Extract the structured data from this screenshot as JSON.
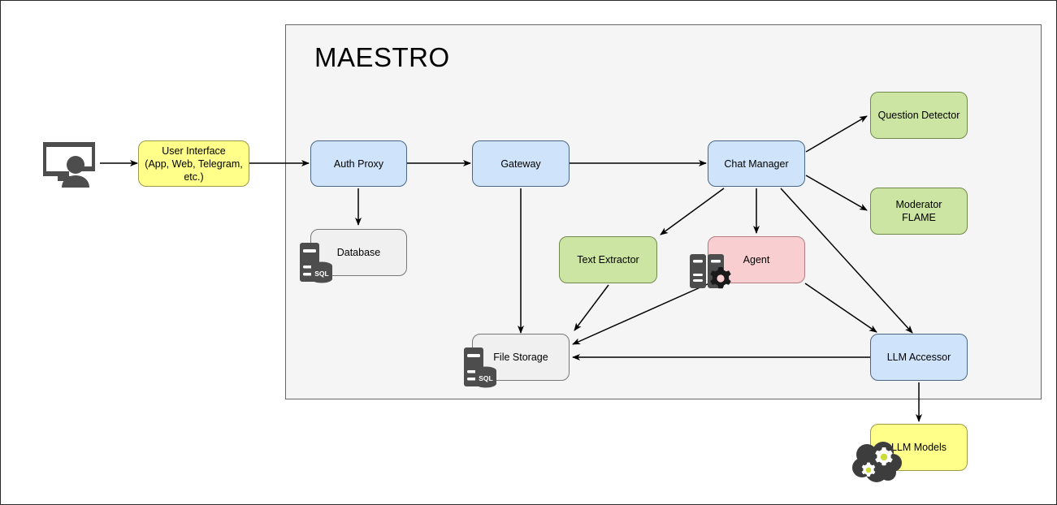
{
  "diagram": {
    "title": "MAESTRO",
    "group": {
      "label": "MAESTRO"
    },
    "nodes": [
      {
        "id": "user-interface",
        "label": "User Interface\n(App, Web, Telegram,\netc.)",
        "color": "#ffff8a"
      },
      {
        "id": "auth-proxy",
        "label": "Auth Proxy",
        "color": "#cfe4fb"
      },
      {
        "id": "database",
        "label": "Database",
        "color": "#f0f0f0"
      },
      {
        "id": "gateway",
        "label": "Gateway",
        "color": "#cfe4fb"
      },
      {
        "id": "chat-manager",
        "label": "Chat Manager",
        "color": "#cfe4fb"
      },
      {
        "id": "question-detector",
        "label": "Question Detector",
        "color": "#cde5a2"
      },
      {
        "id": "moderator-flame",
        "label": "Moderator\nFLAME",
        "color": "#cde5a2"
      },
      {
        "id": "text-extractor",
        "label": "Text Extractor",
        "color": "#cde5a2"
      },
      {
        "id": "agent",
        "label": "Agent",
        "color": "#f9ced0"
      },
      {
        "id": "file-storage",
        "label": "File Storage",
        "color": "#f0f0f0"
      },
      {
        "id": "llm-accessor",
        "label": "LLM Accessor",
        "color": "#cfe4fb"
      },
      {
        "id": "llm-models",
        "label": "LLM Models",
        "color": "#ffff8a"
      }
    ],
    "labels": {
      "user_interface": "User Interface",
      "user_interface_line2": "(App, Web, Telegram,",
      "user_interface_line3": "etc.)",
      "auth_proxy": "Auth Proxy",
      "database": "Database",
      "gateway": "Gateway",
      "chat_manager": "Chat Manager",
      "question_detector": "Question Detector",
      "moderator_line1": "Moderator",
      "moderator_line2": "FLAME",
      "text_extractor": "Text Extractor",
      "agent": "Agent",
      "file_storage": "File Storage",
      "llm_accessor": "LLM Accessor",
      "llm_models": "LLM Models",
      "sql_badge": "SQL"
    },
    "icons": [
      {
        "name": "user-monitor-icon",
        "for": "user-interface"
      },
      {
        "name": "server-database-icon",
        "for": "database"
      },
      {
        "name": "server-gear-icon",
        "for": "agent"
      },
      {
        "name": "server-database-icon",
        "for": "file-storage"
      },
      {
        "name": "cloud-gears-icon",
        "for": "llm-models"
      }
    ],
    "edges": [
      {
        "from": "user-icon",
        "to": "user-interface"
      },
      {
        "from": "user-interface",
        "to": "auth-proxy"
      },
      {
        "from": "auth-proxy",
        "to": "gateway"
      },
      {
        "from": "auth-proxy",
        "to": "database"
      },
      {
        "from": "gateway",
        "to": "chat-manager"
      },
      {
        "from": "gateway",
        "to": "file-storage"
      },
      {
        "from": "chat-manager",
        "to": "question-detector"
      },
      {
        "from": "chat-manager",
        "to": "moderator-flame"
      },
      {
        "from": "chat-manager",
        "to": "text-extractor"
      },
      {
        "from": "chat-manager",
        "to": "agent"
      },
      {
        "from": "chat-manager",
        "to": "llm-accessor"
      },
      {
        "from": "text-extractor",
        "to": "file-storage"
      },
      {
        "from": "agent",
        "to": "file-storage"
      },
      {
        "from": "agent",
        "to": "llm-accessor"
      },
      {
        "from": "llm-accessor",
        "to": "file-storage"
      },
      {
        "from": "llm-accessor",
        "to": "llm-models"
      }
    ],
    "colors": {
      "blue": "#cfe4fb",
      "yellow": "#ffff8a",
      "green": "#cde5a2",
      "pink": "#f9ced0",
      "grey": "#f0f0f0",
      "group_bg": "#f5f5f5",
      "stroke": "#000000",
      "icon_fill": "#4d4d4d"
    }
  }
}
